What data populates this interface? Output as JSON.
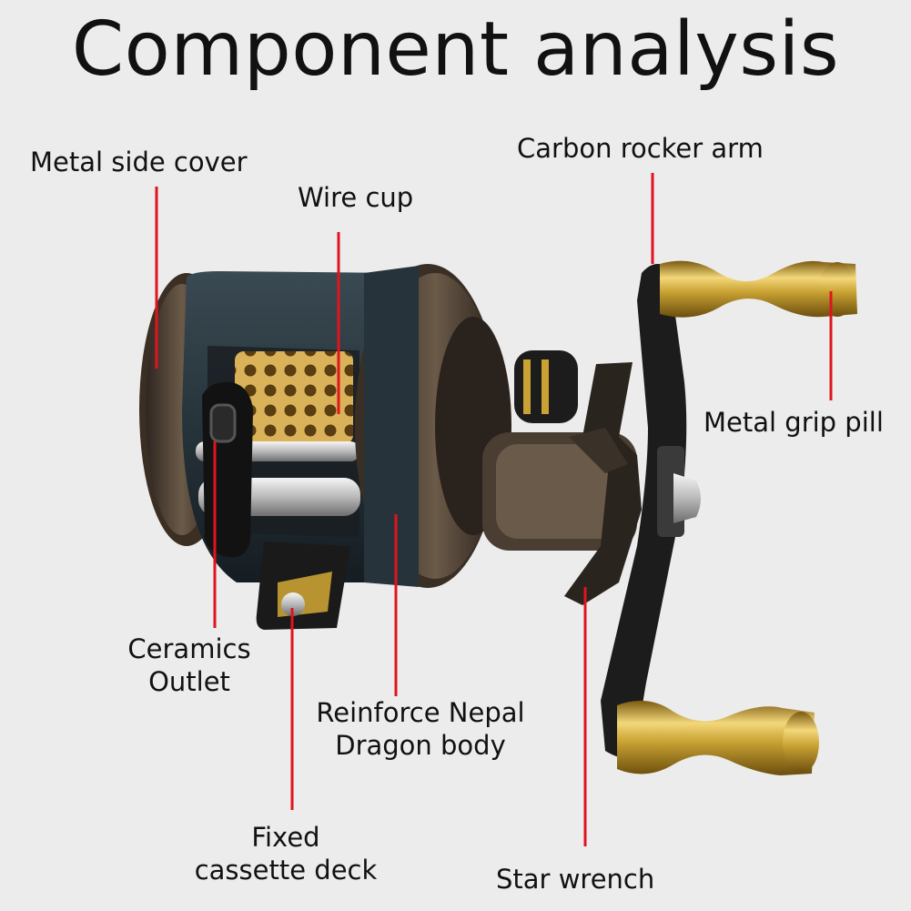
{
  "title": "Component analysis",
  "labels": {
    "metal_side_cover": "Metal side cover",
    "wire_cup": "Wire cup",
    "carbon_rocker_arm": "Carbon rocker arm",
    "metal_grip_pill": "Metal grip pill",
    "ceramics_outlet_line1": "Ceramics",
    "ceramics_outlet_line2": "Outlet",
    "reinforce_body_line1": "Reinforce Nepal",
    "reinforce_body_line2": "Dragon body",
    "fixed_deck_line1": "Fixed",
    "fixed_deck_line2": "cassette deck",
    "star_wrench": "Star wrench"
  },
  "colors": {
    "background": "#ececec",
    "leader_line": "#e0141e",
    "reel_body": "#26333a",
    "bronze": "#5a4a3a",
    "gold": "#c9a233",
    "handle": "#1c1c1c"
  }
}
